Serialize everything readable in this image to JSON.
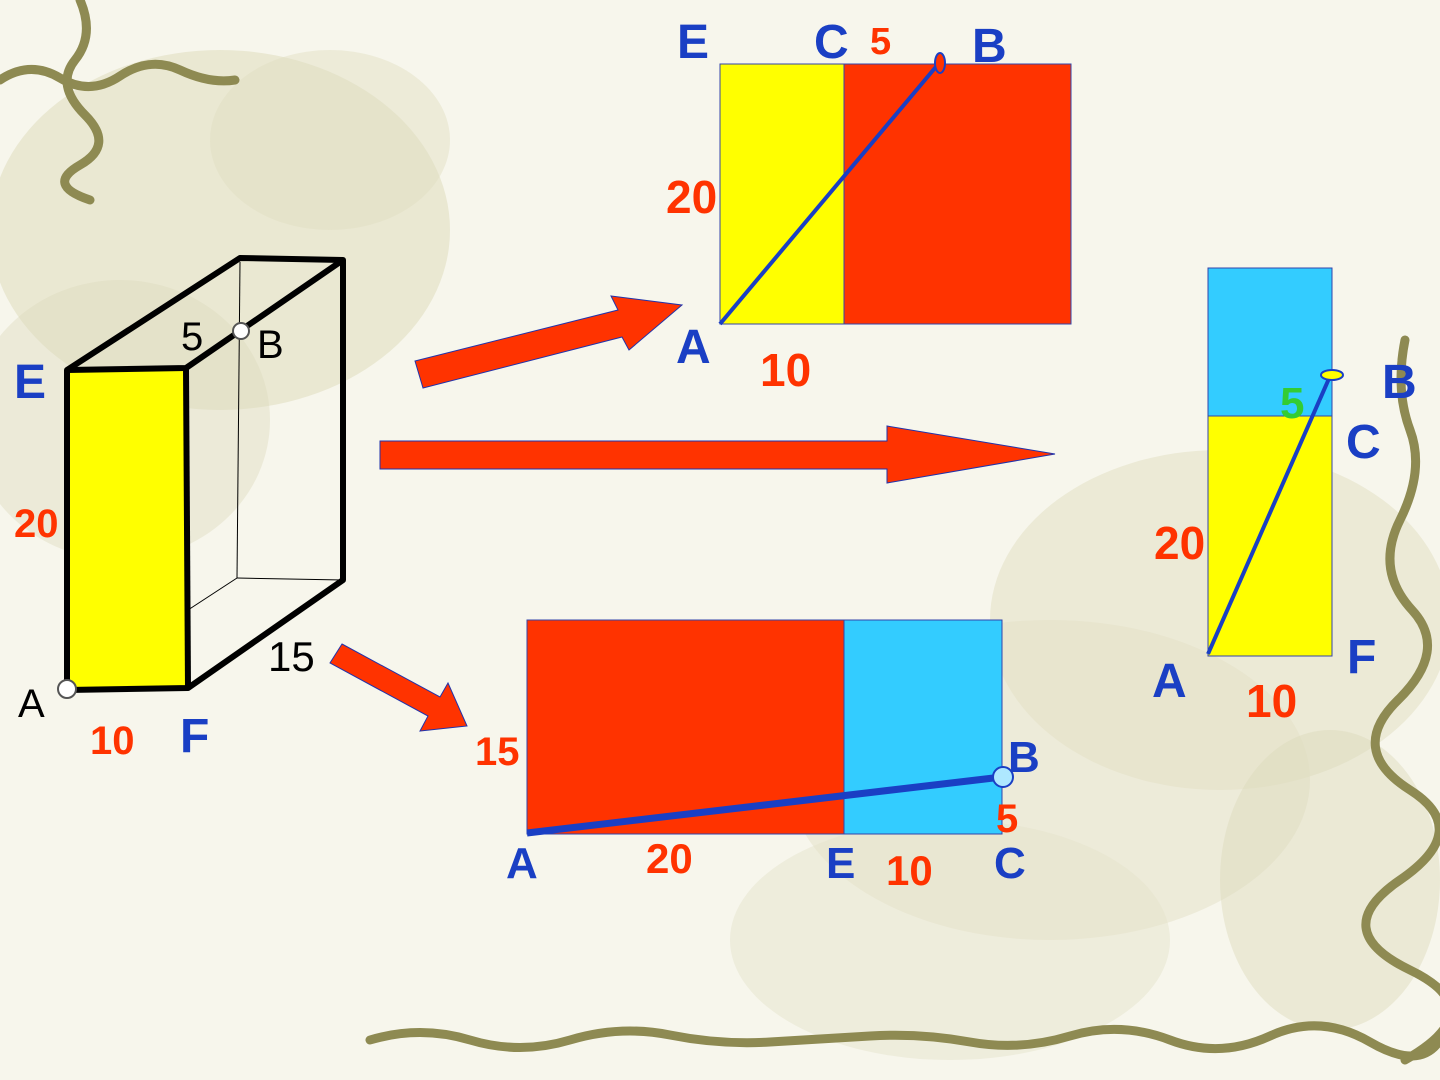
{
  "colors": {
    "yellow_face": "#ffff00",
    "red_face": "#ff3300",
    "cyan_face": "#33ccff",
    "blue_label": "#1a3fc4",
    "red_label": "#ff3300",
    "green_label": "#33cc33",
    "arrow": "#ff3300",
    "path_line": "#1a3fc4",
    "background": "#f7f6ec",
    "vine": "#8e8a52"
  },
  "box": {
    "vertex_E": "E",
    "vertex_A": "A",
    "vertex_F": "F",
    "vertex_B": "B",
    "edge_height": "20",
    "edge_width": "10",
    "edge_depth": "15",
    "edge_top": "5"
  },
  "net_top": {
    "label_E": "E",
    "label_C": "C",
    "label_B": "B",
    "label_A": "A",
    "seg_CB": "5",
    "height": "20",
    "width": "10"
  },
  "net_right": {
    "label_B": "B",
    "label_C": "C",
    "label_A": "A",
    "label_F": "F",
    "seg_CB": "5",
    "height": "20",
    "width": "10"
  },
  "net_bottom": {
    "label_A": "A",
    "label_E": "E",
    "label_C": "C",
    "label_B": "B",
    "height": "15",
    "seg_AE": "20",
    "seg_EC": "10",
    "seg_CB": "5"
  }
}
